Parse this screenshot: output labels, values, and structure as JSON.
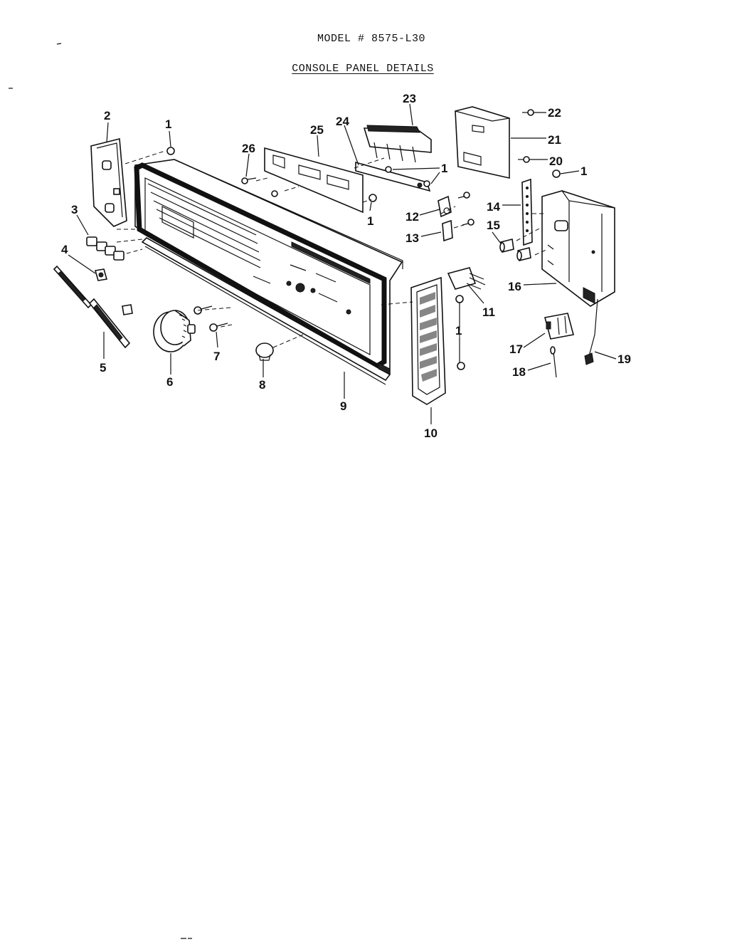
{
  "header": {
    "model": "MODEL # 8575-L30",
    "subtitle": "CONSOLE PANEL DETAILS"
  },
  "labels": [
    "1",
    "2",
    "3",
    "4",
    "5",
    "6",
    "7",
    "8",
    "9",
    "10",
    "11",
    "12",
    "13",
    "14",
    "15",
    "16",
    "17",
    "18",
    "19",
    "20",
    "21",
    "22",
    "23",
    "24",
    "25",
    "26"
  ],
  "colors": {
    "ink": "#111111",
    "paper": "#ffffff"
  }
}
